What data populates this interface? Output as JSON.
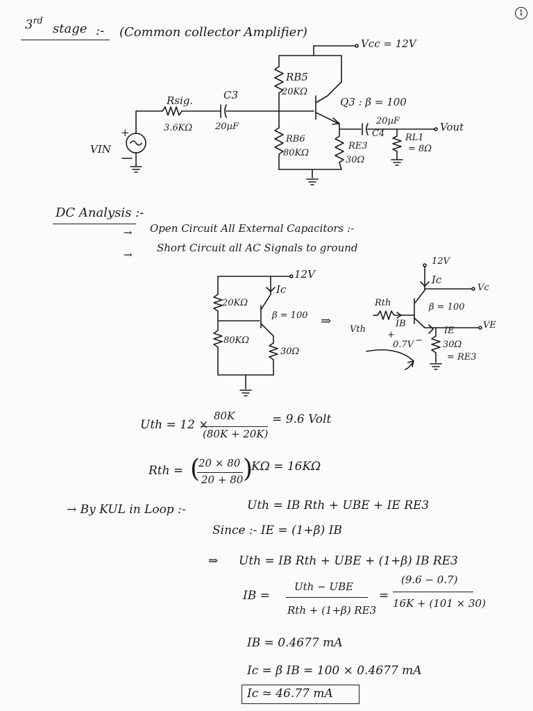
{
  "page_number": "1",
  "heading": {
    "stage": "3",
    "stage_sup": "rd",
    "stage_word": "stage",
    "suffix": ":-",
    "title": "(Common collector Amplifier)"
  },
  "circuit1": {
    "vcc": "Vcc = 12V",
    "rsig_name": "Rsig.",
    "rsig_value": "3.6KΩ",
    "c3_name": "C3",
    "c3_value": "20µF",
    "rb5_name": "RB5",
    "rb5_value": "20KΩ",
    "rb6_name": "RB6",
    "rb6_value": "80KΩ",
    "q3_label": "Q3 :  β = 100",
    "c4_name": "C4",
    "c4_value": "20µF",
    "re3_name": "RE3",
    "re3_value": "30Ω",
    "rl1_name": "RL1",
    "rl1_value": "= 8Ω",
    "vout": "Vout",
    "vin": "VIN",
    "plus": "+"
  },
  "dc_analysis": {
    "title": "DC Analysis :-",
    "bullet1": "Open Circuit All External Capacitors :-",
    "bullet2": "Short Circuit all AC Signals to ground",
    "arrow": "→"
  },
  "circuit2": {
    "v12": "12V",
    "ic": "Ic",
    "r20": "20KΩ",
    "beta": "β = 100",
    "r80": "80KΩ",
    "r30": "30Ω"
  },
  "implies": "⇒",
  "circuit3": {
    "v12": "12V",
    "ic": "Ic",
    "vc": "Vc",
    "rth": "Rth",
    "beta": "β = 100",
    "vth": "Vth",
    "ib": "IB",
    "ie": "IE",
    "ve": "VE",
    "plus": "+",
    "vbe": "0.7V",
    "minus": "−",
    "r30": "30Ω",
    "re3": "= RE3"
  },
  "equations": {
    "vth_lhs": "Uth = 12 ×",
    "vth_num": "80K",
    "vth_den": "(80K + 20K)",
    "vth_res": "= 9.6 Volt",
    "rth_lhs": "Rth =",
    "rth_num": "20 × 80",
    "rth_den": "20 + 80",
    "rth_res": "KΩ = 16KΩ",
    "kvl_label": "→  By KUL in Loop :-",
    "kvl_eq": "Uth = IB Rth + UBE + IE RE3",
    "since": "Since :-  IE = (1+β) IB",
    "subst_arrow": "⇒",
    "subst_eq": "Uth = IB Rth + UBE + (1+β) IB RE3",
    "ib_lhs": "IB =",
    "ib_num": "Uth − UBE",
    "ib_den": "Rth + (1+β) RE3",
    "ib_eq2": "=",
    "ib_num2": "(9.6 − 0.7)",
    "ib_den2": "16K + (101 × 30)",
    "ib_res": "IB = 0.4677 mA",
    "ic_eq": "Ic = β IB = 100 × 0.4677 mA",
    "ic_final": "Ic ≃ 46.77 mA"
  }
}
